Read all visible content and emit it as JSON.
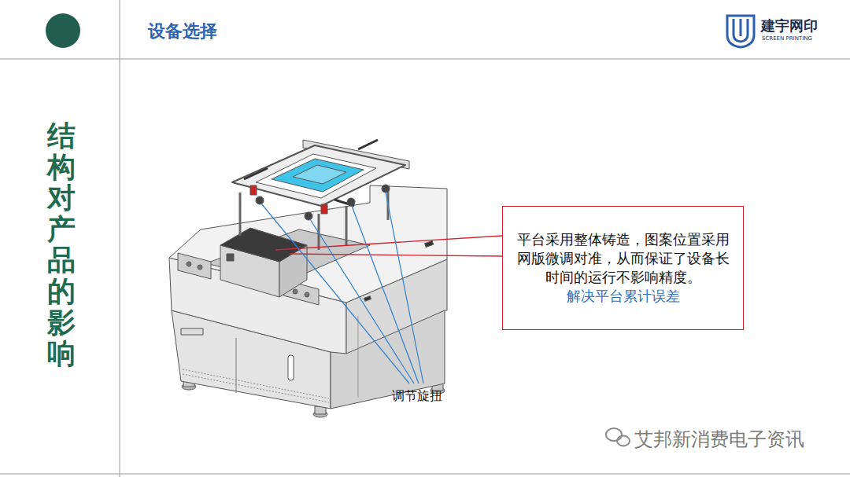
{
  "diagram": {
    "title": "设备选择",
    "nodes": [
      {
        "text": [
          "平台采用整体铸造，图案位置采用网版微调对准，从而保证了设备长时间的运行不影响精度。",
          "解决平台累计误差"
        ]
      }
    ],
    "labels": [
      "结构对产品的影响",
      "建宇网印",
      "SCREEN PRINTING",
      "调节旋扭",
      "艾邦新消费电子资讯"
    ]
  }
}
